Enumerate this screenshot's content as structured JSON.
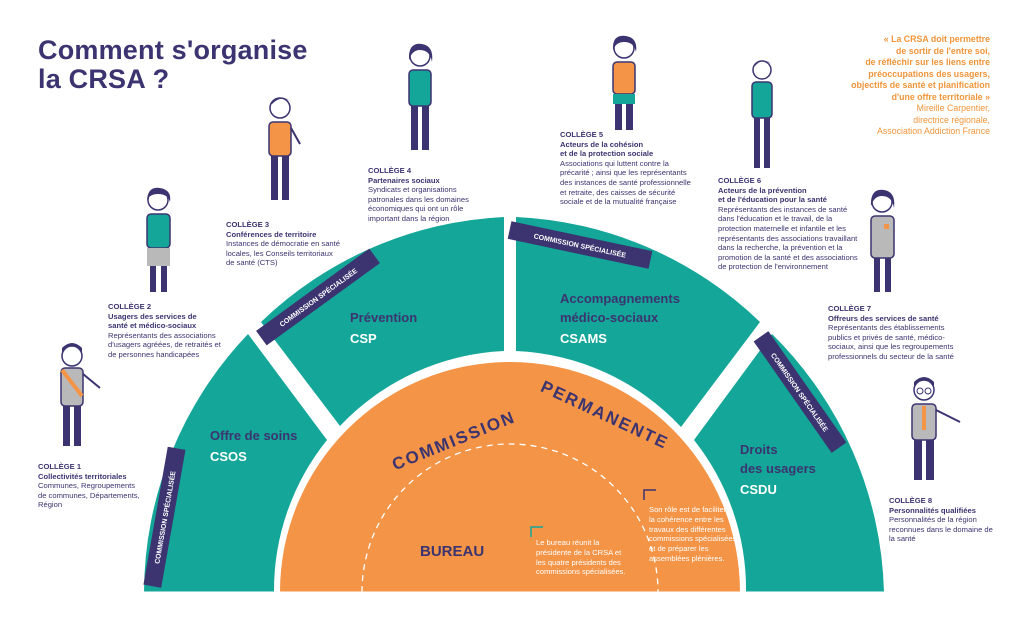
{
  "title": {
    "line1": "Comment s'organise",
    "line2": "la CRSA ?"
  },
  "quote": {
    "line1": "« La CRSA doit permettre",
    "line2": "de sortir de l'entre soi,",
    "line3": "de réfléchir sur les liens entre",
    "line4": "préoccupations des usagers,",
    "line5": "objectifs de santé et planification",
    "line6": "d'une offre territoriale »",
    "author1": "Mireille Carpentier,",
    "author2": "directrice régionale,",
    "author3": "Association Addiction France"
  },
  "colleges": [
    {
      "num": "COLLÈGE 1",
      "name": "Collectivités territoriales",
      "desc": [
        "Communes, Regroupements",
        "de communes, Départements,",
        "Région"
      ]
    },
    {
      "num": "COLLÈGE 2",
      "name": [
        "Usagers des services de",
        "santé et médico-sociaux"
      ],
      "desc": [
        "Représentants des associations",
        "d'usagers agréées, de retraités et",
        "de personnes handicapées"
      ]
    },
    {
      "num": "COLLÈGE 3",
      "name": "Conférences de territoire",
      "desc": [
        "Instances de démocratie en santé",
        "locales, les Conseils territoriaux",
        "de santé (CTS)"
      ]
    },
    {
      "num": "COLLÈGE 4",
      "name": "Partenaires sociaux",
      "desc": [
        "Syndicats et organisations",
        "patronales dans les domaines",
        "économiques qui ont un rôle",
        "important dans la région"
      ]
    },
    {
      "num": "COLLÈGE 5",
      "name": [
        "Acteurs de la cohésion",
        "et de la protection sociale"
      ],
      "desc": [
        "Associations qui luttent contre la",
        "précarité ; ainsi que les représentants",
        "des instances de santé professionnelle",
        "et retraite, des caisses de sécurité",
        "sociale et de la mutualité française"
      ]
    },
    {
      "num": "COLLÈGE 6",
      "name": [
        "Acteurs de la prévention",
        "et de l'éducation pour la santé"
      ],
      "desc": [
        "Représentants des instances de santé",
        "dans l'éducation et le travail, de la",
        "protection maternelle et infantile et les",
        "représentants des associations travaillant",
        "dans la recherche, la prévention et la",
        "promotion de la santé et des associations",
        "de protection de l'environnement"
      ]
    },
    {
      "num": "COLLÈGE 7",
      "name": "Offreurs des services de santé",
      "desc": [
        "Représentants des établissements",
        "publics et privés de santé, médico-",
        "sociaux, ainsi que les regroupements",
        "professionnels du secteur de la santé"
      ]
    },
    {
      "num": "COLLÈGE 8",
      "name": "Personnalités qualifiées",
      "desc": [
        "Personnalités de la région",
        "reconnues dans le domaine de",
        "la santé"
      ]
    }
  ],
  "commissions": [
    {
      "name": "Offre de soins",
      "abbr": "CSOS"
    },
    {
      "name": "Prévention",
      "abbr": "CSP"
    },
    {
      "name": [
        "Accompagnements",
        "médico-sociaux"
      ],
      "abbr": "CSAMS"
    },
    {
      "name": [
        "Droits",
        "des usagers"
      ],
      "abbr": "CSDU"
    }
  ],
  "band_label": "COMMISSION SPÉCIALISÉE",
  "permanent": {
    "word1": "COMMISSION",
    "word2": "PERMANENTE"
  },
  "bureau": {
    "label": "BUREAU",
    "note": [
      "Le bureau réunit la",
      "présidente de la CRSA et",
      "les quatre présidents des",
      "commissions spécialisées."
    ]
  },
  "role_note": [
    "Son rôle est de faciliter",
    "la cohérence entre les",
    "travaux des différentes",
    "commissions spécialisées",
    "et de préparer les",
    "assemblées plénières."
  ],
  "colors": {
    "teal": "#14a698",
    "orange": "#f39447",
    "navy": "#3b3470",
    "accent": "#f0953a"
  }
}
